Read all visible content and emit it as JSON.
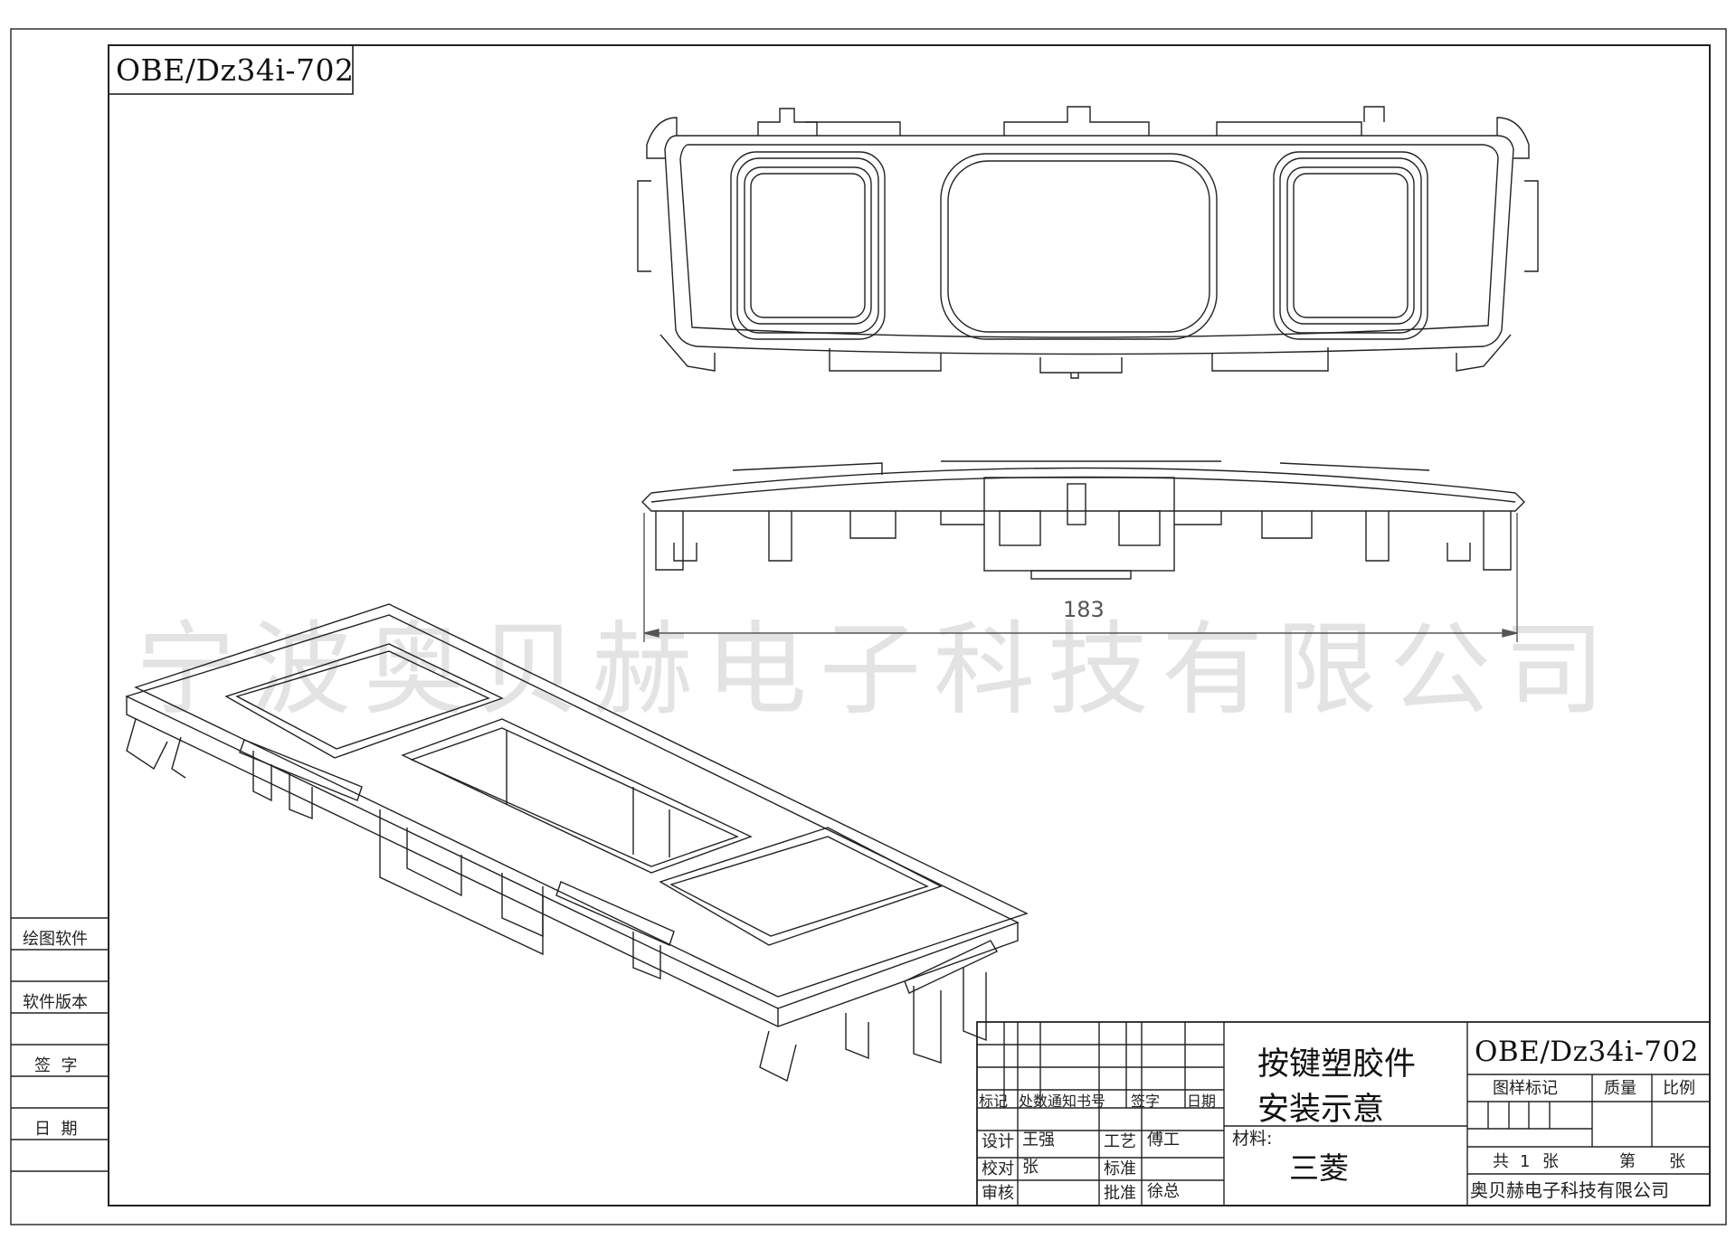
{
  "drawing_code": "OBE/Dz34i-702",
  "watermark": "宁波奥贝赫电子科技有限公司",
  "dimension": "183",
  "side_panel": {
    "software": "绘图软件",
    "version": "软件版本",
    "signature": "签  字",
    "date": "日  期"
  },
  "title_block": {
    "part_name_line1": "按键塑胶件",
    "part_name_line2": "安装示意",
    "material_label": "材料:",
    "material_value": "三菱",
    "code": "OBE/Dz34i-702",
    "sample_mark": "图样标记",
    "mass": "质量",
    "scale": "比例",
    "total": "共",
    "total_count": "1",
    "sheet": "张",
    "page": "第",
    "page_sheet": "张",
    "company": "奥贝赫电子科技有限公司",
    "hdr_mark": "标记",
    "hdr_count": "处数",
    "hdr_notice": "通知书号",
    "hdr_sign": "签字",
    "hdr_date": "日期",
    "design": "设计",
    "designer": "王强",
    "process": "工艺",
    "process_person": "傅工",
    "check": "校对",
    "checker": "张",
    "standard": "标准",
    "review": "审核",
    "approve": "批准",
    "approver": "徐总"
  }
}
